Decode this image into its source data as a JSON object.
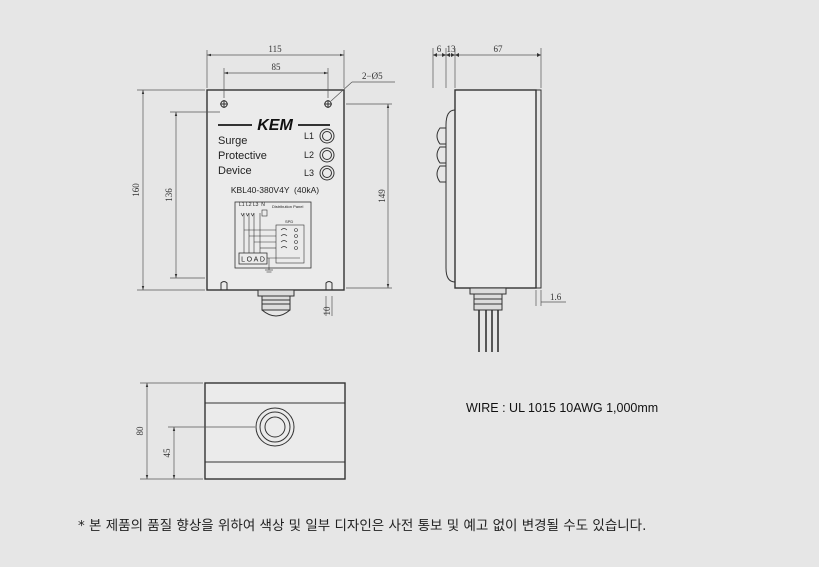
{
  "front_view": {
    "brand": "KEM",
    "device_title": [
      "Surge",
      "Protective",
      "Device"
    ],
    "indicators": [
      "L1",
      "L2",
      "L3"
    ],
    "model": "KBL40-380V4Y  (40kA)",
    "panel": {
      "terminals": "L1 L2 L3  N",
      "title": "Distribution Panel",
      "spd_label": "SPD",
      "load_label": "L O A D"
    }
  },
  "dimensions": {
    "overall_width": "115",
    "hole_spacing": "85",
    "holes": "2−Ø5",
    "overall_height": "160",
    "hole_pitch_vertical": "136",
    "body_height": "149",
    "side_a": "6",
    "side_b": "13",
    "side_depth": "67",
    "plate_thickness": "1.6",
    "bottom_gap": "10",
    "bottom_height": "80",
    "gland_height": "45"
  },
  "wire_spec": "WIRE : UL 1015 10AWG 1,000mm",
  "footnote": "* 본 제품의 품질 향상을 위하여 색상 및 일부 디자인은 사전 통보 및 예고 없이 변경될 수도 있습니다."
}
